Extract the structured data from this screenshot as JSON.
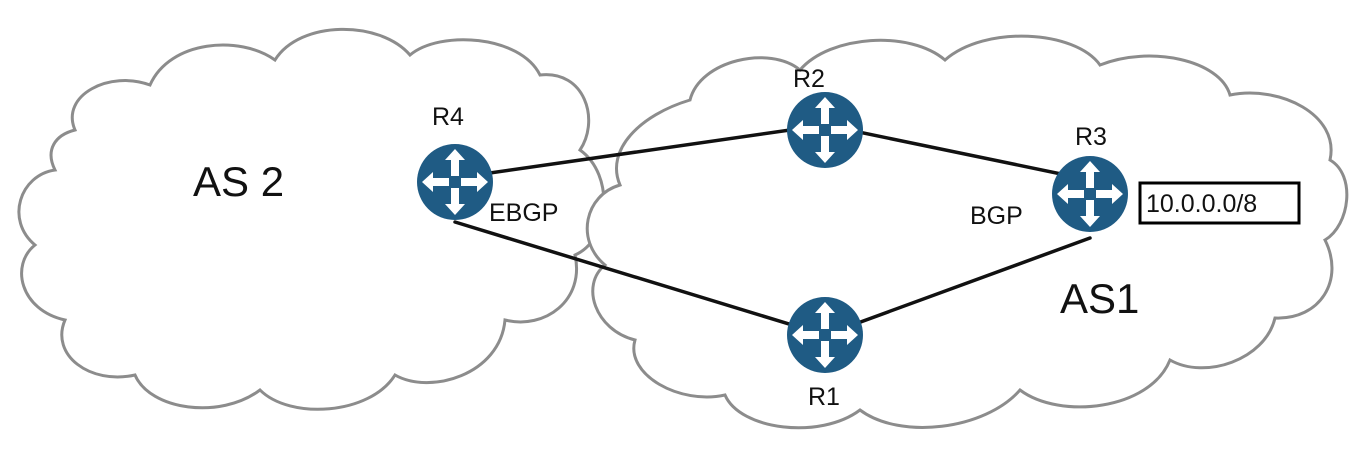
{
  "colors": {
    "router": "#1f5b84",
    "cloud_outline": "#8c8c8c",
    "link": "#111111"
  },
  "autonomous_systems": [
    {
      "id": "as2",
      "label": "AS 2"
    },
    {
      "id": "as1",
      "label": "AS1"
    }
  ],
  "routers": [
    {
      "id": "r4",
      "label": "R4",
      "icon": "router-icon"
    },
    {
      "id": "r2",
      "label": "R2",
      "icon": "router-icon"
    },
    {
      "id": "r3",
      "label": "R3",
      "icon": "router-icon"
    },
    {
      "id": "r1",
      "label": "R1",
      "icon": "router-icon"
    }
  ],
  "links": [
    {
      "from": "r4",
      "to": "r2"
    },
    {
      "from": "r4",
      "to": "r1"
    },
    {
      "from": "r2",
      "to": "r3"
    },
    {
      "from": "r1",
      "to": "r3"
    }
  ],
  "protocols": {
    "ebgp": "EBGP",
    "bgp": "BGP"
  },
  "prefix": "10.0.0.0/8"
}
